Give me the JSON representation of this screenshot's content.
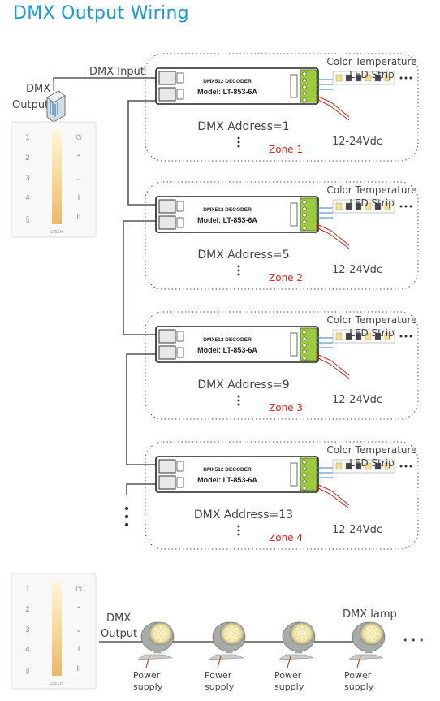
{
  "title": "DMX Output Wiring",
  "dmx_output_label_line1": "DMX",
  "dmx_output_label_line2": "Output",
  "dmx_input_label": "DMX Input",
  "decoder": {
    "header": "DMX512 DECODER",
    "model": "Model: LT-853-6A"
  },
  "led_strip_label_line1": "Color Temperature",
  "led_strip_label_line2": "LED Strip",
  "power_label": "12-24Vdc",
  "zones": [
    {
      "address": "DMX Address=1",
      "zone": "Zone 1"
    },
    {
      "address": "DMX Address=5",
      "zone": "Zone 2"
    },
    {
      "address": "DMX Address=9",
      "zone": "Zone 3"
    },
    {
      "address": "DMX Address=13",
      "zone": "Zone 4"
    }
  ],
  "panel": {
    "brand": "LTECH",
    "keys_left": [
      "1",
      "2",
      "3",
      "4",
      "ဠ"
    ],
    "keys_right": [
      "⏻",
      "⌃",
      "⌄",
      "I",
      "II"
    ]
  },
  "lamp_section": {
    "dmx_label_line1": "DMX",
    "dmx_label_line2": "Output",
    "lamp_label": "DMX lamp",
    "power_line1": "Power",
    "power_line2": "supply",
    "ellipsis": "• • •"
  }
}
